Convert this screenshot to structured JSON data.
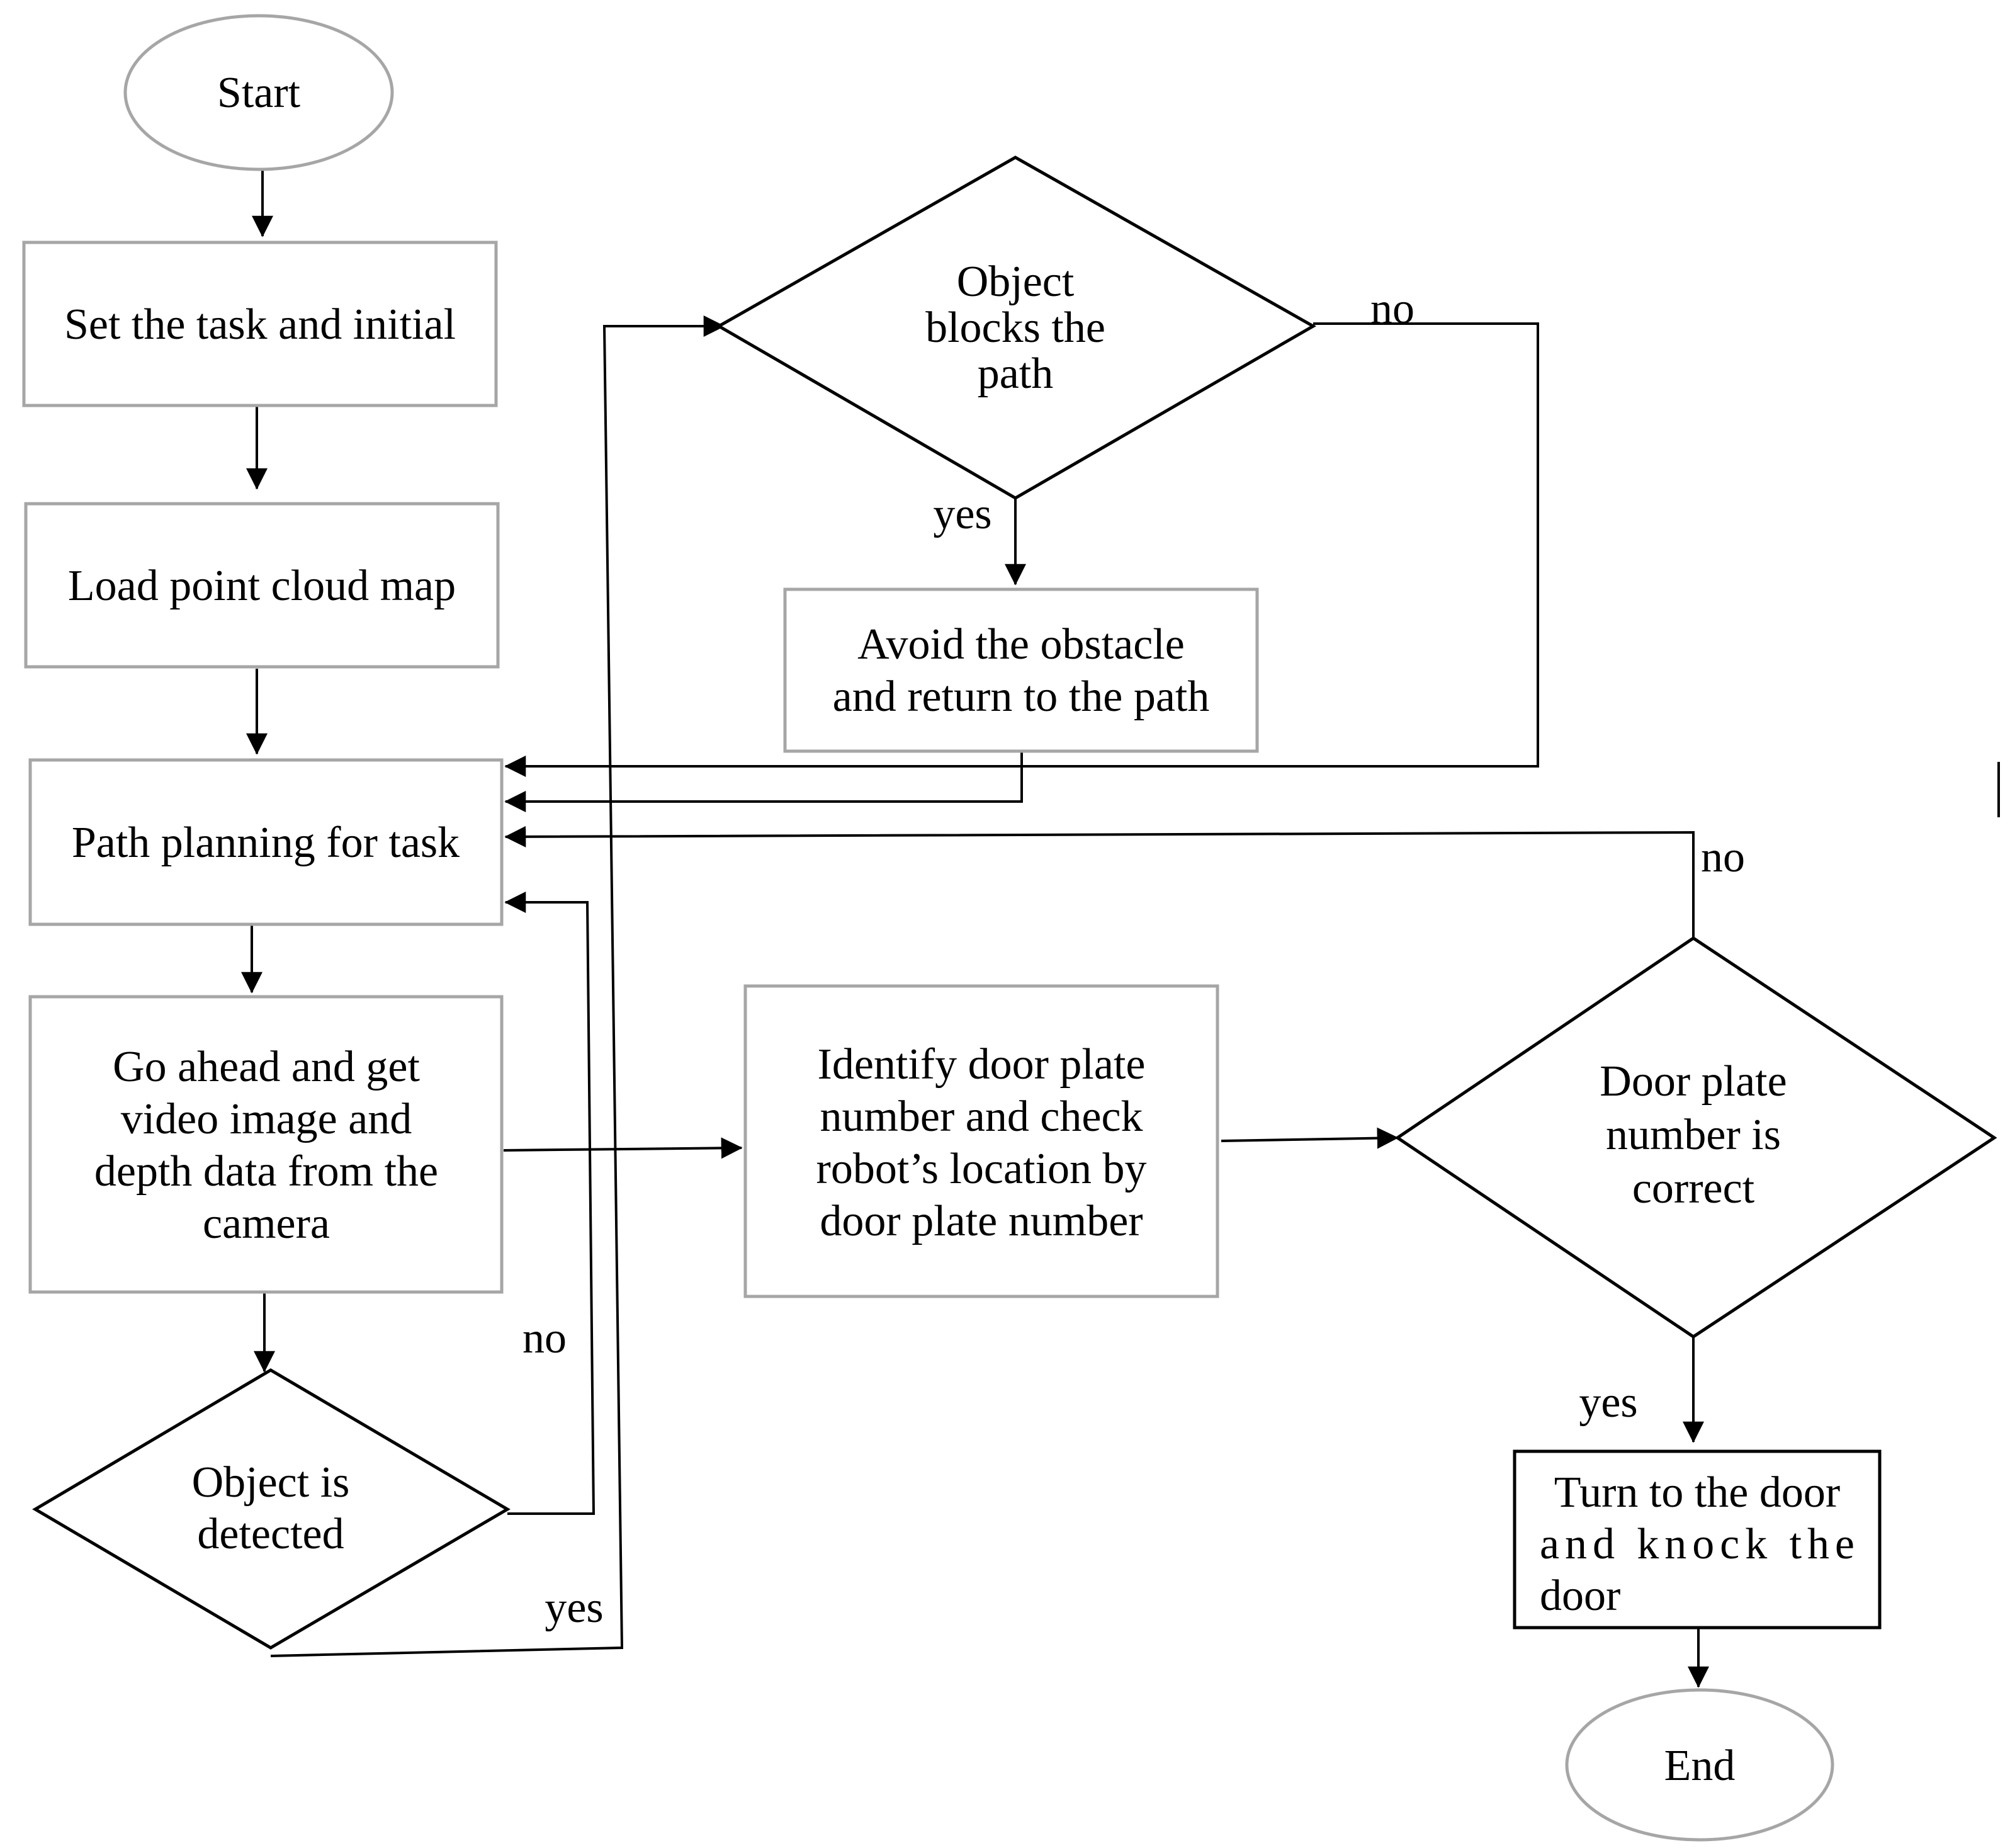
{
  "nodes": {
    "start": {
      "lines": [
        "Start"
      ]
    },
    "set_task": {
      "lines": [
        "Set the task and initial"
      ]
    },
    "load_map": {
      "lines": [
        "Load point cloud map"
      ]
    },
    "path_planning": {
      "lines": [
        "Path planning for task"
      ]
    },
    "go_ahead": {
      "lines": [
        "Go ahead and get",
        "video image and",
        "depth data from the",
        "camera"
      ]
    },
    "object_detected": {
      "lines": [
        "Object is",
        "detected"
      ]
    },
    "object_blocks": {
      "lines": [
        "Object",
        "blocks the",
        "path"
      ]
    },
    "avoid_obstacle": {
      "lines": [
        "Avoid the obstacle",
        "and return to the path"
      ]
    },
    "identify_door": {
      "lines": [
        "Identify door plate",
        "number and check",
        "robot’s location by",
        "door plate number"
      ]
    },
    "door_correct": {
      "lines": [
        "Door plate",
        "number is",
        "correct"
      ]
    },
    "turn_knock": {
      "lines": [
        "Turn to the door",
        "and knock the",
        "door"
      ]
    },
    "end": {
      "lines": [
        "End"
      ]
    }
  },
  "edge_labels": {
    "blocks_no": "no",
    "blocks_yes": "yes",
    "detected_no": "no",
    "detected_yes": "yes",
    "door_no": "no",
    "door_yes": "yes"
  }
}
